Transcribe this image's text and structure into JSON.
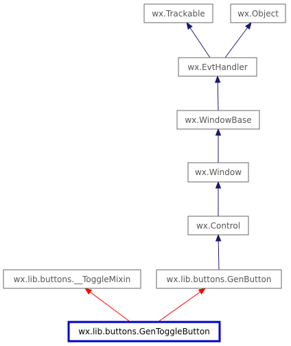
{
  "diagram": {
    "colors": {
      "inherit_edge": "#191970",
      "mixin_edge": "#ff0000",
      "node_border": "#666666",
      "current_border": "#0000cc",
      "label": "#555555",
      "current_label": "#000000"
    },
    "nodes": {
      "trackable": "wx.Trackable",
      "object": "wx.Object",
      "evthandler": "wx.EvtHandler",
      "windowbase": "wx.WindowBase",
      "window": "wx.Window",
      "control": "wx.Control",
      "togglemixin": "wx.lib.buttons.__ToggleMixin",
      "genbutton": "wx.lib.buttons.GenButton",
      "gentogglebutton": "wx.lib.buttons.GenToggleButton"
    },
    "edges": [
      {
        "from": "evthandler",
        "to": "trackable",
        "kind": "inherit"
      },
      {
        "from": "evthandler",
        "to": "object",
        "kind": "inherit"
      },
      {
        "from": "windowbase",
        "to": "evthandler",
        "kind": "inherit"
      },
      {
        "from": "window",
        "to": "windowbase",
        "kind": "inherit"
      },
      {
        "from": "control",
        "to": "window",
        "kind": "inherit"
      },
      {
        "from": "genbutton",
        "to": "control",
        "kind": "inherit"
      },
      {
        "from": "gentogglebutton",
        "to": "togglemixin",
        "kind": "mixin"
      },
      {
        "from": "gentogglebutton",
        "to": "genbutton",
        "kind": "mixin"
      }
    ]
  }
}
